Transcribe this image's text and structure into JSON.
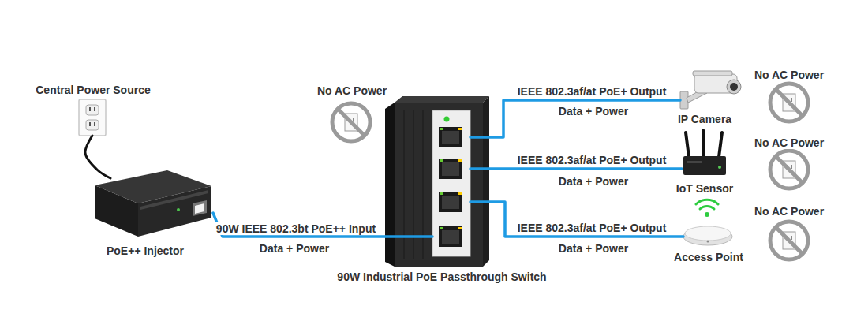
{
  "diagram": {
    "nodes": [
      {
        "text": [
          "Central Power Source"
        ]
      },
      {
        "text": [
          "PoE++ Injector"
        ]
      },
      {
        "text": [
          "90W Industrial PoE Passthrough Switch"
        ]
      },
      {
        "text": [
          "IP Camera"
        ]
      },
      {
        "text": [
          "IoT Sensor"
        ]
      },
      {
        "text": [
          "Access Point"
        ]
      }
    ],
    "edges": [
      {
        "from": 0,
        "to": 1,
        "arrow": "none"
      },
      {
        "from": 1,
        "to": 2,
        "arrow": "none",
        "label": "90W IEEE 802.3bt PoE++ Input"
      },
      {
        "from": 2,
        "to": 3,
        "arrow": "none",
        "label": "IEEE 802.3af/at PoE+ Output"
      },
      {
        "from": 2,
        "to": 4,
        "arrow": "none",
        "label": "IEEE 802.3af/at PoE+ Output"
      },
      {
        "from": 2,
        "to": 5,
        "arrow": "none",
        "label": "IEEE 802.3af/at PoE+ Output"
      }
    ],
    "labels": [
      "No AC Power",
      "No AC Power",
      "No AC Power",
      "No AC Power",
      "Data + Power",
      "Data + Power",
      "Data + Power",
      "Data + Power"
    ]
  }
}
